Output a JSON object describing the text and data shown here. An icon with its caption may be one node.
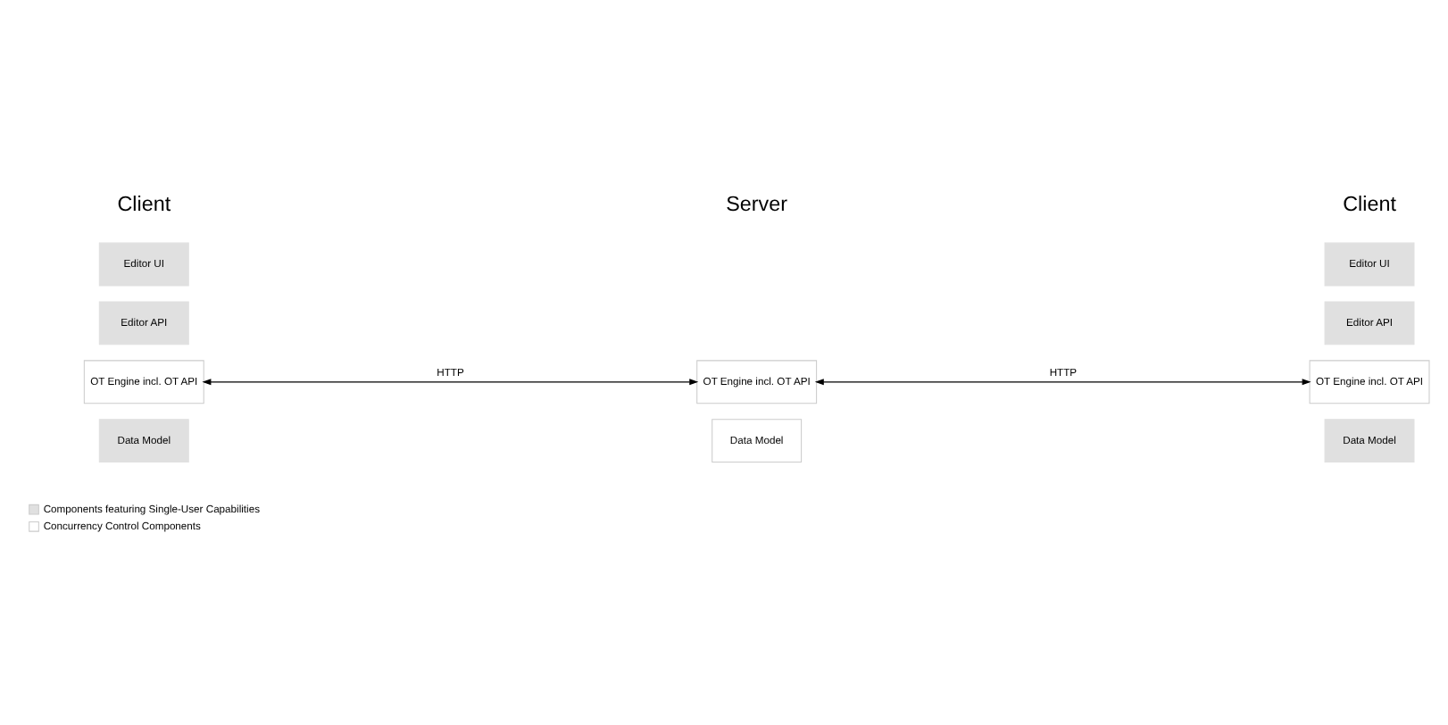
{
  "diagram": {
    "nodes": [
      {
        "text": [
          "Editor UI"
        ]
      },
      {
        "text": [
          "Editor API"
        ]
      },
      {
        "text": [
          "OT Engine incl. OT API"
        ]
      },
      {
        "text": [
          "Data Model"
        ]
      },
      {
        "text": [
          "OT Engine incl. OT API"
        ]
      },
      {
        "text": [
          "Data Model"
        ]
      },
      {
        "text": [
          "Editor UI"
        ]
      },
      {
        "text": [
          "Editor API"
        ]
      },
      {
        "text": [
          "OT Engine incl. OT API"
        ]
      },
      {
        "text": [
          "Data Model"
        ]
      }
    ],
    "edges": [
      {
        "from": 2,
        "to": 4,
        "arrow": "both",
        "label": "HTTP"
      },
      {
        "from": 4,
        "to": 8,
        "arrow": "both",
        "label": "HTTP"
      }
    ],
    "labels": [
      "Client",
      "Server",
      "Client"
    ],
    "legend": [
      {
        "text": "Components featuring Single-User Capabilities",
        "color": "#e0e0e0"
      },
      {
        "text": "Concurrency Control Components",
        "color": "#ffffff"
      }
    ]
  }
}
